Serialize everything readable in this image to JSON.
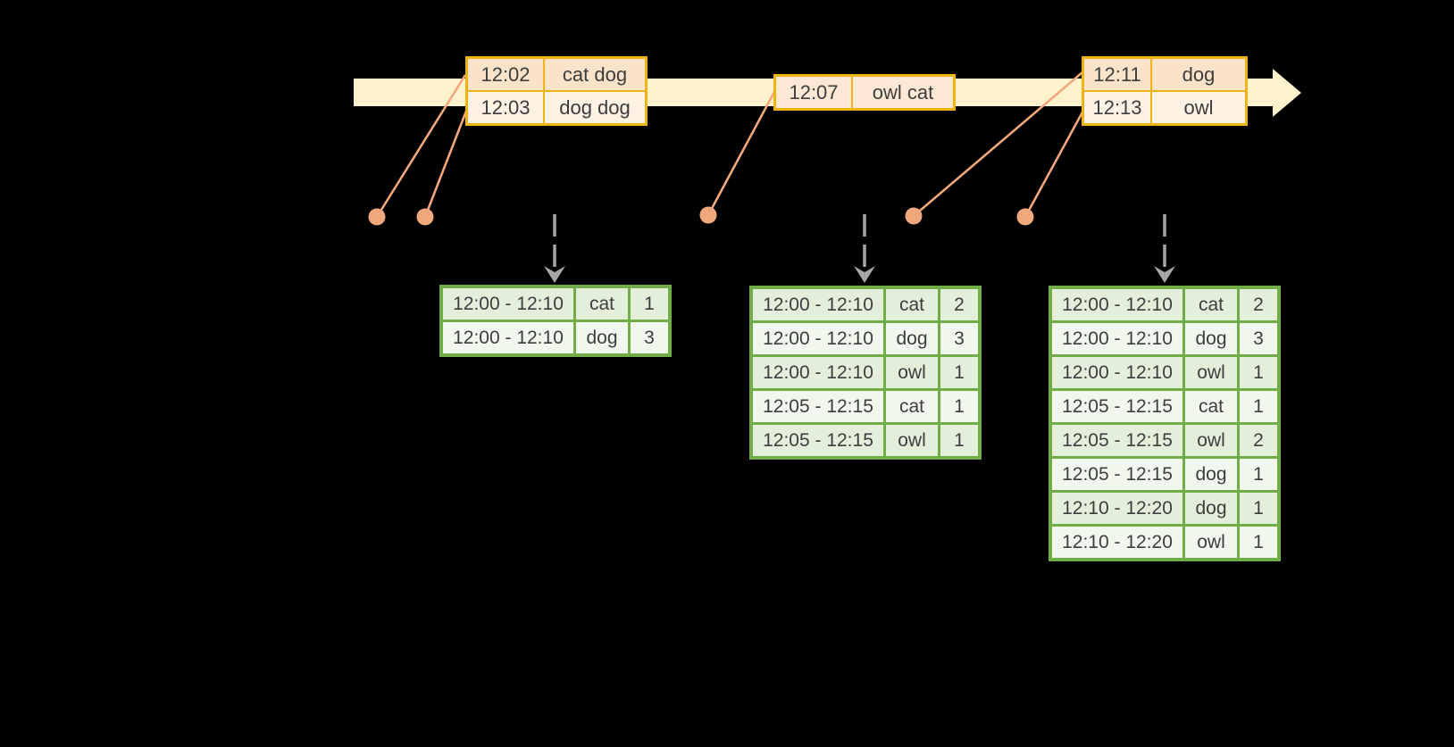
{
  "diagram_title": "windowed-grouped-aggregation-stream",
  "colors": {
    "background": "#000000",
    "timeline_fill": "#fdf2cc",
    "event_table_border": "#f0b410",
    "event_row_dark": "#fbe3c9",
    "event_row_light": "#fdf2e4",
    "event_row_single": "#fce8d4",
    "connector_orange": "#f2a87d",
    "trigger_arrow_gray": "#a6a6a6",
    "result_table_border": "#70ad47",
    "result_row_dark": "#e4efdb",
    "result_row_light": "#f2f7ee",
    "text": "#3d3d3d"
  },
  "icons": {
    "timeline_arrowhead": "right-arrow",
    "trigger_arrowhead": "down-chevron",
    "event_marker": "filled-circle"
  },
  "timeline": {
    "event_tables": [
      {
        "rows": [
          [
            "12:02",
            "cat dog"
          ],
          [
            "12:03",
            "dog dog"
          ]
        ]
      },
      {
        "rows": [
          [
            "12:07",
            "owl cat"
          ]
        ]
      },
      {
        "rows": [
          [
            "12:11",
            "dog"
          ],
          [
            "12:13",
            "owl"
          ]
        ]
      }
    ],
    "event_dot_count": 5,
    "trigger_arrow_count": 3
  },
  "result_tables": [
    {
      "rows": [
        [
          "12:00 - 12:10",
          "cat",
          "1"
        ],
        [
          "12:00 - 12:10",
          "dog",
          "3"
        ]
      ]
    },
    {
      "rows": [
        [
          "12:00 - 12:10",
          "cat",
          "2"
        ],
        [
          "12:00 - 12:10",
          "dog",
          "3"
        ],
        [
          "12:00 - 12:10",
          "owl",
          "1"
        ],
        [
          "12:05 - 12:15",
          "cat",
          "1"
        ],
        [
          "12:05 - 12:15",
          "owl",
          "1"
        ]
      ]
    },
    {
      "rows": [
        [
          "12:00 - 12:10",
          "cat",
          "2"
        ],
        [
          "12:00 - 12:10",
          "dog",
          "3"
        ],
        [
          "12:00 - 12:10",
          "owl",
          "1"
        ],
        [
          "12:05 - 12:15",
          "cat",
          "1"
        ],
        [
          "12:05 - 12:15",
          "owl",
          "2"
        ],
        [
          "12:05 - 12:15",
          "dog",
          "1"
        ],
        [
          "12:10 - 12:20",
          "dog",
          "1"
        ],
        [
          "12:10 - 12:20",
          "owl",
          "1"
        ]
      ]
    }
  ]
}
